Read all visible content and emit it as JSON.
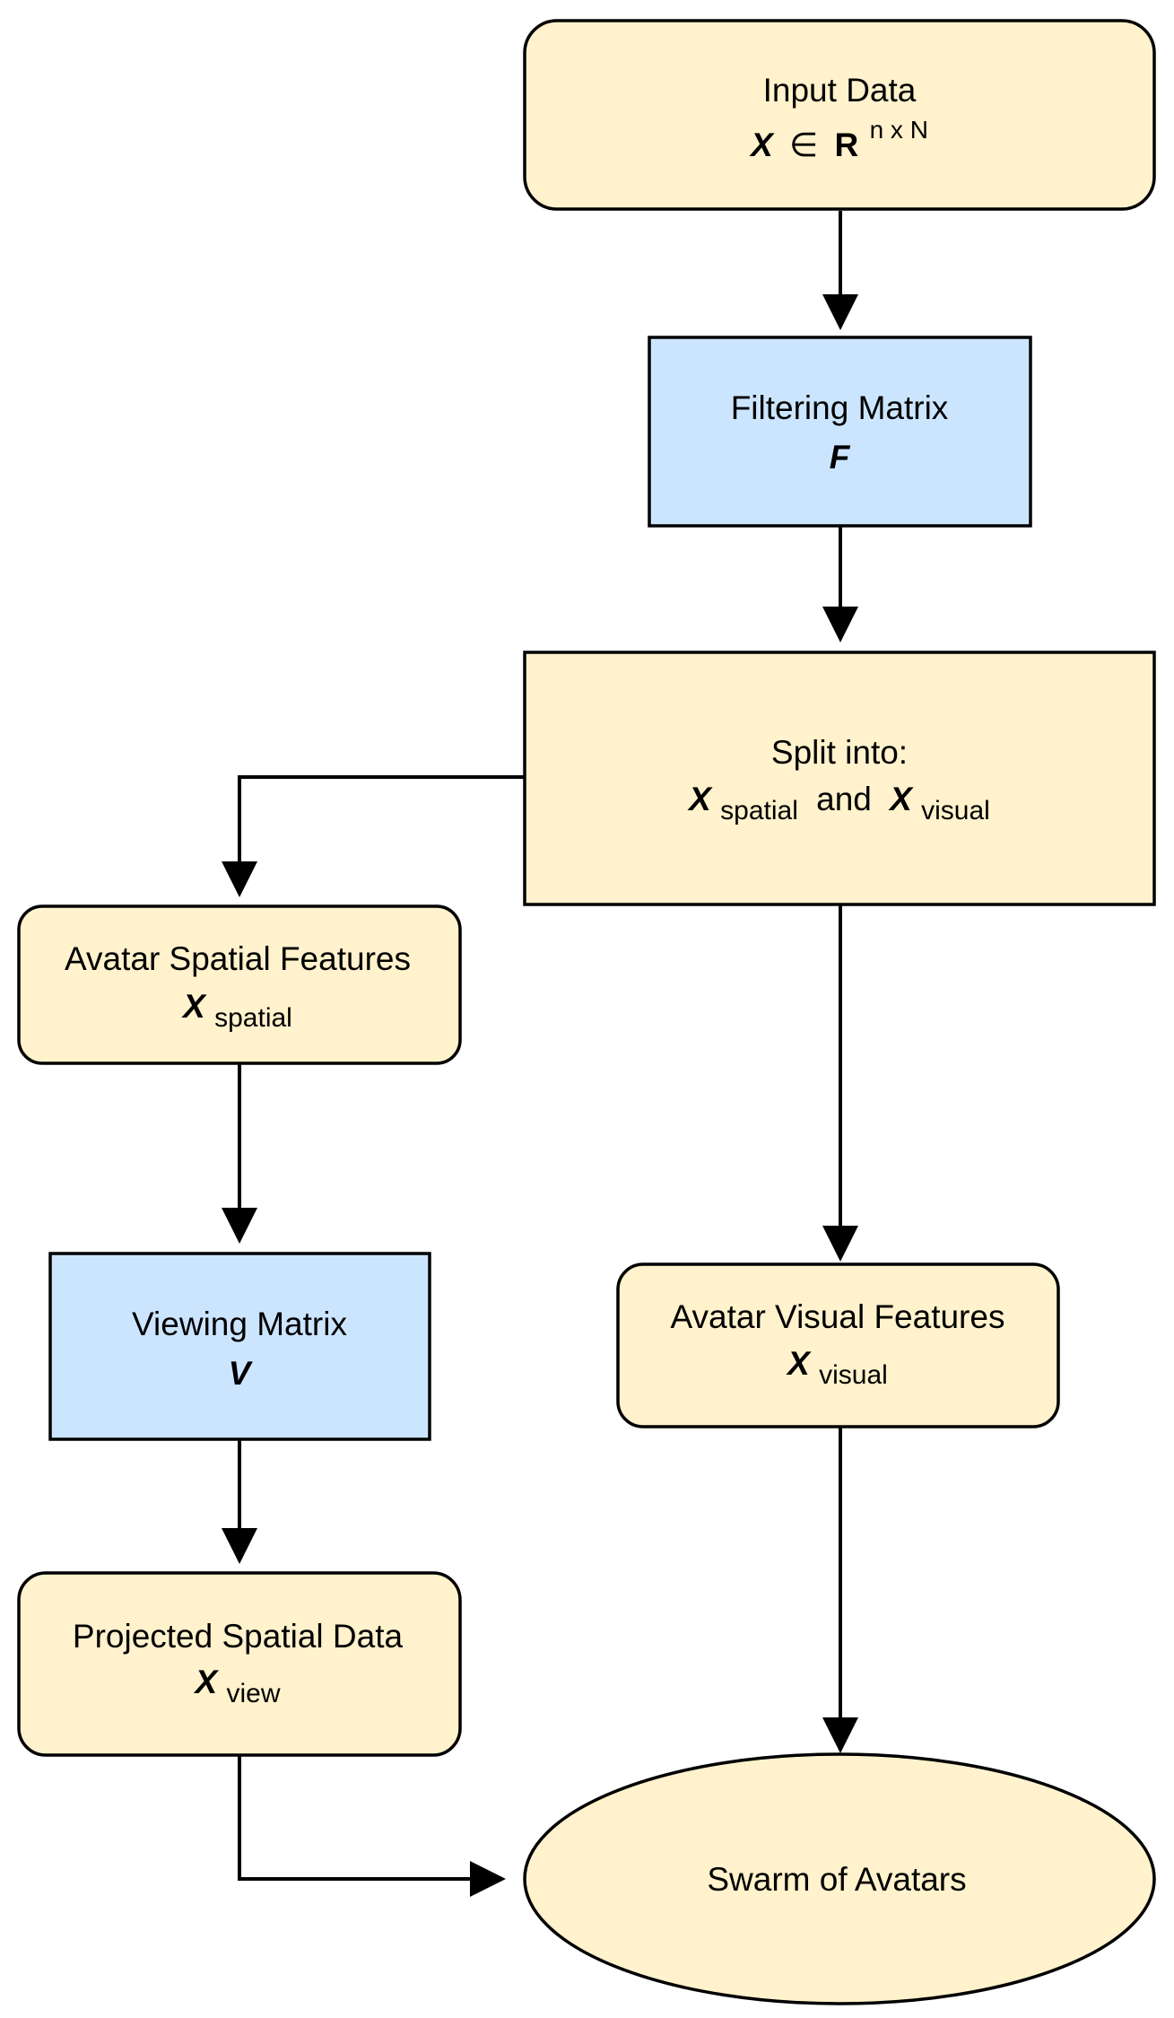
{
  "nodes": {
    "input_data": {
      "title": "Input Data",
      "var": "X",
      "elem": "∈",
      "set": "R",
      "dims": "n x N"
    },
    "filtering_matrix": {
      "title": "Filtering Matrix",
      "var": "F"
    },
    "split": {
      "title": "Split into:",
      "var1": "X",
      "sub1": "spatial",
      "conj": "and",
      "var2": "X",
      "sub2": "visual"
    },
    "spatial_features": {
      "title": "Avatar Spatial Features",
      "var": "X",
      "sub": "spatial"
    },
    "viewing_matrix": {
      "title": "Viewing Matrix",
      "var": "V"
    },
    "projected_spatial": {
      "title": "Projected Spatial Data",
      "var": "X",
      "sub": "view"
    },
    "visual_features": {
      "title": "Avatar Visual Features",
      "var": "X",
      "sub": "visual"
    },
    "swarm": {
      "title": "Swarm of Avatars"
    }
  },
  "colors": {
    "process_fill": "#fff2cc",
    "matrix_fill": "#cce5ff",
    "stroke": "#000000"
  }
}
